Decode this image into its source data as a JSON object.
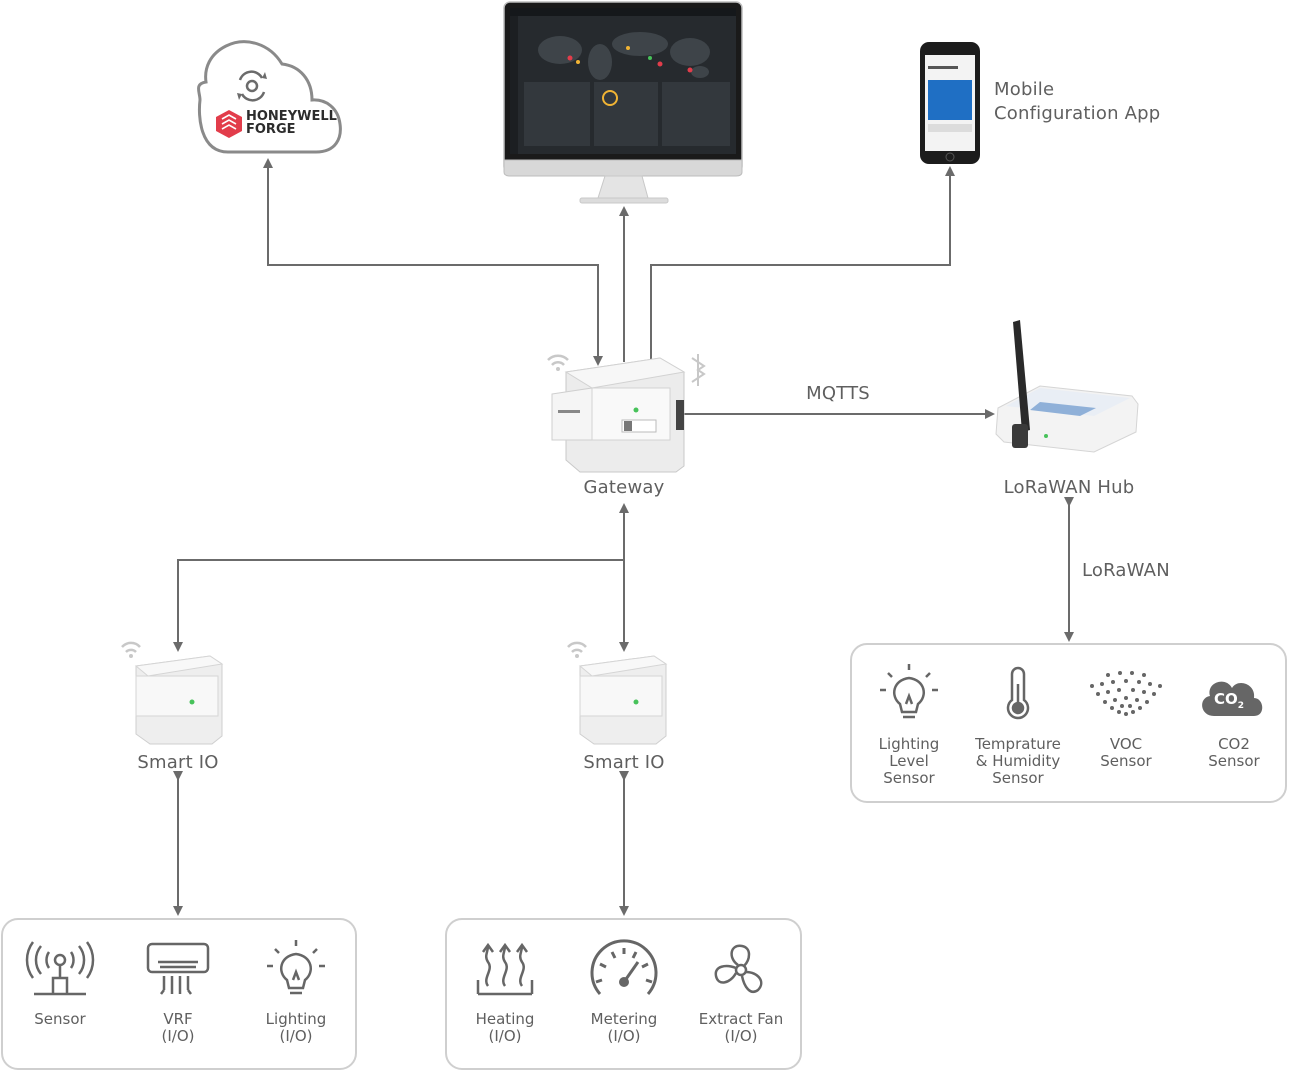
{
  "forge_logo": {
    "line1": "HONEYWELL",
    "line2": "FORGE"
  },
  "mobile_app": {
    "line1": "Mobile",
    "line2": "Configuration App"
  },
  "gateway": {
    "label": "Gateway"
  },
  "link": {
    "mqtts": "MQTTS",
    "lorawan": "LoRaWAN"
  },
  "hub": {
    "label": "LoRaWAN Hub"
  },
  "smart_io_left": {
    "label": "Smart IO"
  },
  "smart_io_right": {
    "label": "Smart IO"
  },
  "lorawan_sensors": [
    {
      "icon": "bulb-icon",
      "line1": "Lighting",
      "line2": "Level",
      "line3": "Sensor"
    },
    {
      "icon": "thermometer-icon",
      "line1": "Temprature",
      "line2": "& Humidity",
      "line3": "Sensor"
    },
    {
      "icon": "voc-icon",
      "line1": "VOC",
      "line2": "Sensor"
    },
    {
      "icon": "co2-cloud-icon",
      "line1": "CO2",
      "line2": "Sensor",
      "glyph": "CO",
      "sub": "2"
    }
  ],
  "left_io": [
    {
      "icon": "antenna-sensor-icon",
      "line1": "Sensor"
    },
    {
      "icon": "vrf-icon",
      "line1": "VRF",
      "line2": "(I/O)"
    },
    {
      "icon": "bulb-icon",
      "line1": "Lighting",
      "line2": "(I/O)"
    }
  ],
  "right_io": [
    {
      "icon": "heating-icon",
      "line1": "Heating",
      "line2": "(I/O)"
    },
    {
      "icon": "meter-icon",
      "line1": "Metering",
      "line2": "(I/O)"
    },
    {
      "icon": "fan-icon",
      "line1": "Extract Fan",
      "line2": "(I/O)"
    }
  ],
  "colors": {
    "line": "#6b6b6b",
    "text": "#5f5f5f",
    "box_border": "#cfcfcf",
    "forge_red": "#e23d4b",
    "led": "#47c25a"
  }
}
